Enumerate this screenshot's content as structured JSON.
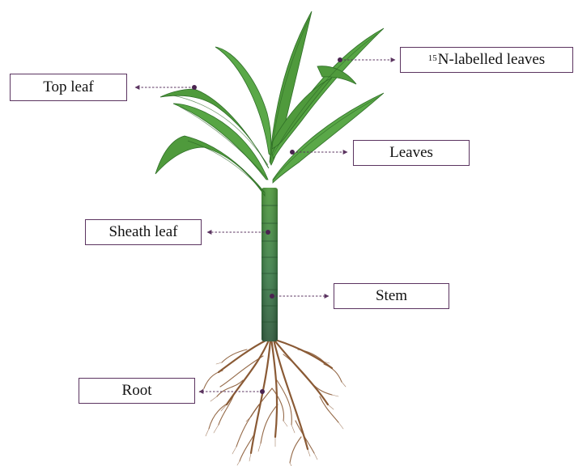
{
  "labels": {
    "n15_prefix": "15",
    "n15_text": "N-labelled leaves",
    "top_leaf": "Top leaf",
    "leaves": "Leaves",
    "sheath_leaf": "Sheath leaf",
    "stem": "Stem",
    "root": "Root"
  },
  "colors": {
    "label_border": "#5b3460",
    "leader_line": "#5b3460",
    "leaf_green": "#4f9a3c",
    "leaf_dark": "#2f6f27",
    "stem_green": "#3f8a45",
    "stem_dark": "#2e5a38",
    "root_brown": "#8a5a35"
  }
}
